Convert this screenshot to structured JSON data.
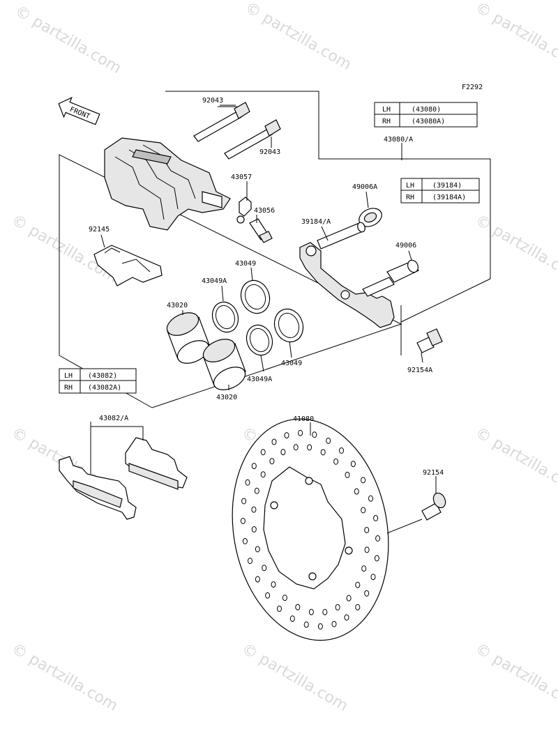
{
  "figure_code": "F2292",
  "front_label": "FRONT",
  "watermark": "© partzilla.com",
  "tables": {
    "caliper": [
      {
        "side": "LH",
        "part": "(43080)"
      },
      {
        "side": "RH",
        "part": "(43080A)"
      }
    ],
    "bracket": [
      {
        "side": "LH",
        "part": "(39184)"
      },
      {
        "side": "RH",
        "part": "(39184A)"
      }
    ],
    "pads": [
      {
        "side": "LH",
        "part": "(43082)"
      },
      {
        "side": "RH",
        "part": "(43082A)"
      }
    ]
  },
  "callouts": {
    "pin_top": "92043",
    "pin_bottom": "92043",
    "caliper_assy": "43080/A",
    "spring_clip": "43057",
    "bleeder": "43056",
    "boot_a": "49006A",
    "bracket": "39184/A",
    "pad_spring": "92145",
    "seal_upper": "43049",
    "seal_a_upper": "43049A",
    "slide_pin": "49006",
    "piston_upper": "43020",
    "seal_lower": "43049",
    "seal_a_lower": "43049A",
    "piston_lower": "43020",
    "bolt_bracket": "92154A",
    "pad_set": "43082/A",
    "disc": "41080",
    "disc_bolt": "92154"
  }
}
